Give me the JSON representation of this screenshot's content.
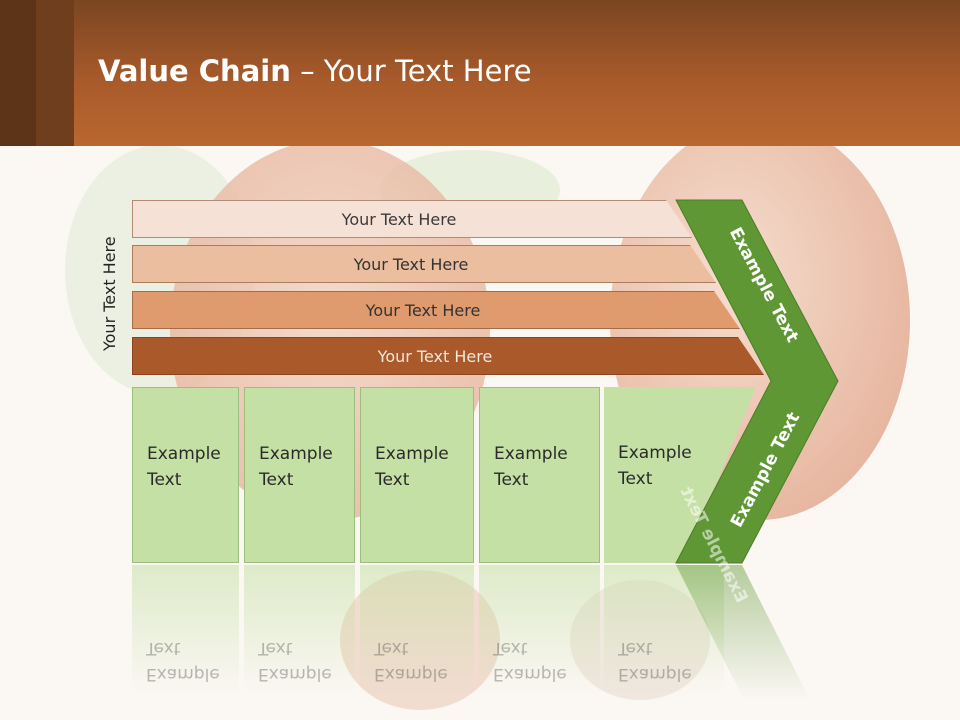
{
  "title": {
    "bold": "Value Chain",
    "rest": " – Your Text Here"
  },
  "side_label": "Your Text Here",
  "bands": [
    {
      "label": "Your Text Here",
      "color": "#f5e1d6"
    },
    {
      "label": "Your Text Here",
      "color": "#ebbea0"
    },
    {
      "label": "Your Text Here",
      "color": "#df9a6e"
    },
    {
      "label": "Your Text Here",
      "color": "#a9592a"
    }
  ],
  "boxes": [
    {
      "label": "Example\nText"
    },
    {
      "label": "Example\nText"
    },
    {
      "label": "Example\nText"
    },
    {
      "label": "Example\nText"
    },
    {
      "label": "Example\nText"
    }
  ],
  "chevron": {
    "upper_label": "Example Text",
    "lower_label": "Example Text",
    "color": "#5f9734"
  },
  "colors": {
    "header": "#b8682f",
    "box_fill": "#c5e0a5",
    "chevron": "#5f9734"
  }
}
